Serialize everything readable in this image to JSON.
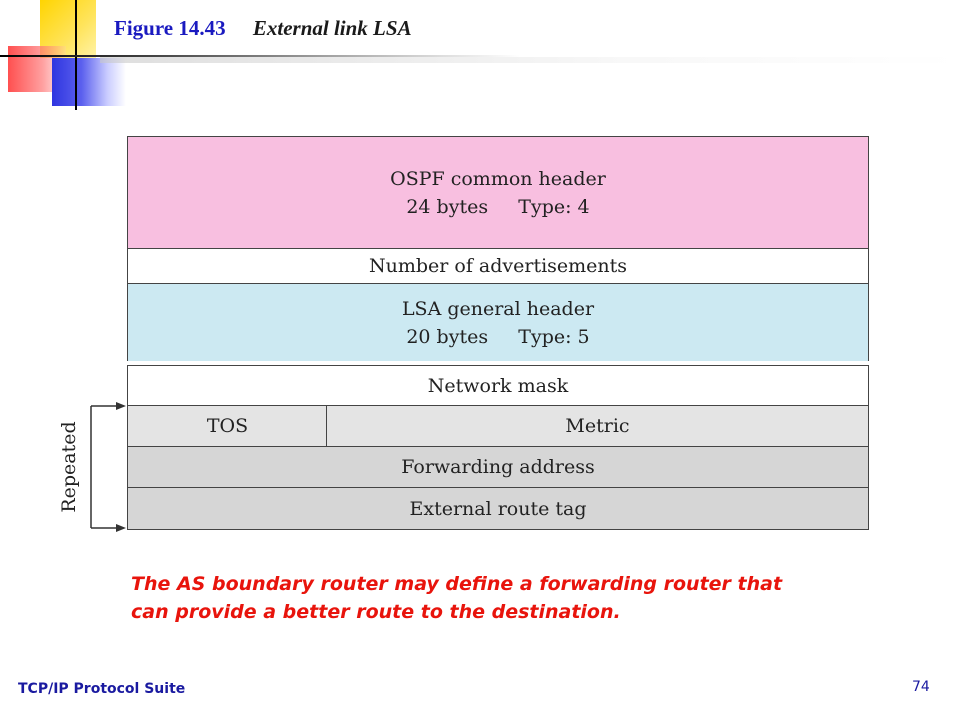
{
  "title": {
    "number": "Figure 14.43",
    "name": "External link LSA"
  },
  "diagram": {
    "ospf_header": {
      "line1": "OSPF common header",
      "line2": "24 bytes     Type: 4"
    },
    "num_advertisements": "Number of advertisements",
    "lsa_header": {
      "line1": "LSA general header",
      "line2": "20 bytes     Type: 5"
    },
    "network_mask": "Network mask",
    "tos": "TOS",
    "metric": "Metric",
    "forwarding_address": "Forwarding address",
    "external_route_tag": "External route tag",
    "repeated_label": "Repeated"
  },
  "note": {
    "line1": "The AS boundary router may define a forwarding router that",
    "line2": "can provide a better route to the destination."
  },
  "footer": {
    "left": "TCP/IP Protocol Suite",
    "page": "74"
  }
}
